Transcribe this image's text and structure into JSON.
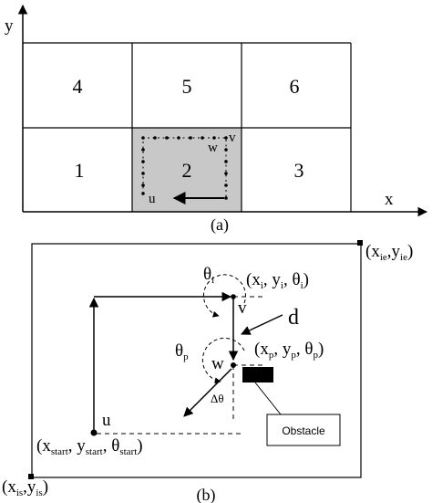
{
  "panel_a": {
    "axis_y": "y",
    "axis_x": "x",
    "cells": [
      "4",
      "5",
      "6",
      "1",
      "2",
      "3"
    ],
    "highlighted_cell": "2",
    "path_labels": {
      "u": "u",
      "v": "v",
      "w": "w"
    },
    "caption": "(a)"
  },
  "panel_b": {
    "corner_end": {
      "open": "(x",
      "sub": "ie",
      "sep": ",y",
      "sub2": "ie",
      "close": ")"
    },
    "corner_start": {
      "open": "(x",
      "sub": "is",
      "sep": ",y",
      "sub2": "is",
      "close": ")"
    },
    "theta_i": {
      "base": "θ",
      "sub": "i"
    },
    "point_i": {
      "p1": "(x",
      "s1": "i",
      "p2": ", y",
      "s2": "i",
      "p3": ", θ",
      "s3": "i",
      "p4": ")"
    },
    "v": "v",
    "d": "d",
    "theta_p": {
      "base": "θ",
      "sub": "p"
    },
    "point_p": {
      "p1": "(x",
      "s1": "p",
      "p2": ", y",
      "s2": "p",
      "p3": ", θ",
      "s3": "p",
      "p4": ")"
    },
    "w": "w",
    "delta_theta": "Δθ",
    "u": "u",
    "start": {
      "p1": "(x",
      "s1": "start",
      "p2": ", y",
      "s2": "start",
      "p3": ", θ",
      "s3": "start",
      "p4": ")"
    },
    "obstacle": "Obstacle",
    "caption": "(b)"
  },
  "colors": {
    "highlight": "#c8c8c8",
    "line": "#000000"
  }
}
